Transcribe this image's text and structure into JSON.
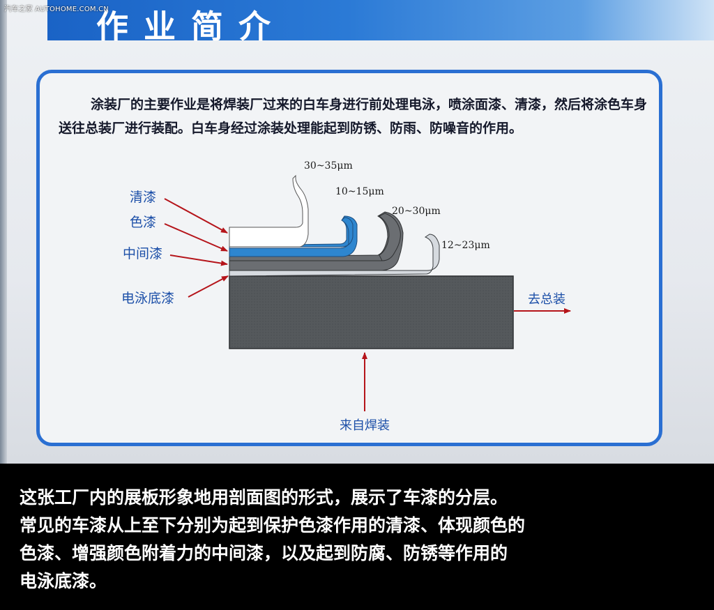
{
  "watermark": "汽车之家 AUTOHOME.COM.CN",
  "board": {
    "title": "作业简介",
    "intro": "涂装厂的主要作业是将焊装厂过来的白车身进行前处理电泳，喷涂面漆、清漆，然后将涂色车身送往总装厂进行装配。白车身经过涂装处理能起到防锈、防雨、防噪音的作用。"
  },
  "diagram": {
    "layers": [
      {
        "label": "清漆",
        "thickness": "30~35μm",
        "color": "#ffffff"
      },
      {
        "label": "色漆",
        "thickness": "10~15μm",
        "color": "#2e86cf"
      },
      {
        "label": "中间漆",
        "thickness": "20~30μm",
        "color": "#6b6e72"
      },
      {
        "label": "电泳底漆",
        "thickness": "12~23μm",
        "color": "#d6dadf"
      }
    ],
    "body_color": "#55595c",
    "arrow_color": "#b5141a",
    "out_label": "去总装",
    "in_label": "来自焊装"
  },
  "caption": [
    "这张工厂内的展板形象地用剖面图的形式，展示了车漆的分层。",
    "常见的车漆从上至下分别为起到保护色漆作用的清漆、体现颜色的",
    "色漆、增强颜色附着力的中间漆，以及起到防腐、防锈等作用的",
    "电泳底漆。"
  ]
}
